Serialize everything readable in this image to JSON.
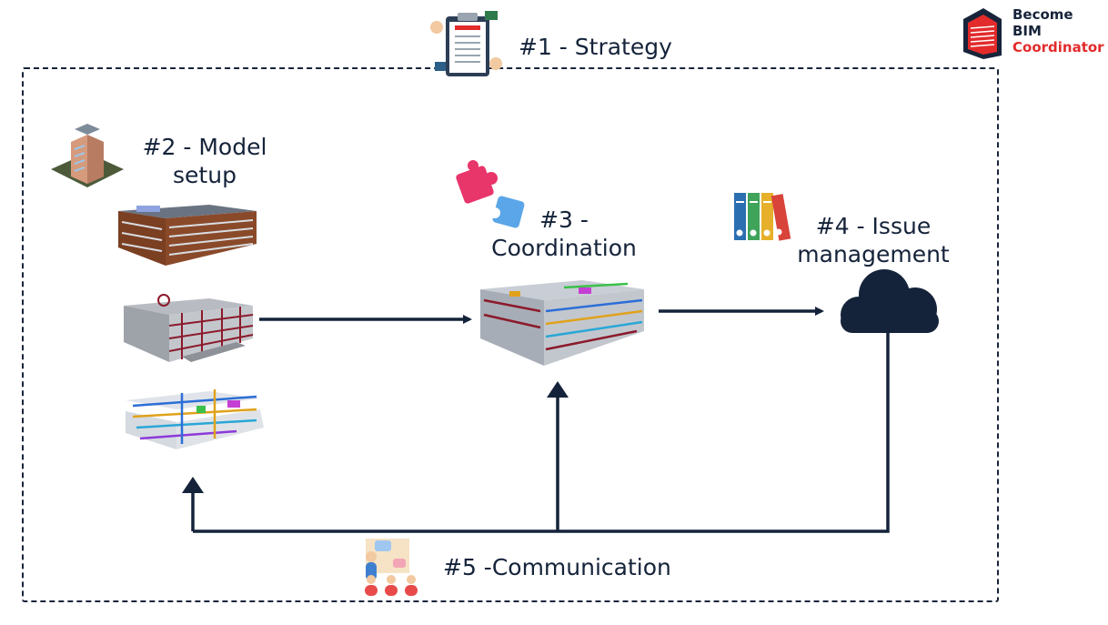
{
  "steps": {
    "strategy": "#1 - Strategy",
    "model_setup_line1": "#2 - Model",
    "model_setup_line2": "setup",
    "coordination_line1": "#3 -",
    "coordination_line2": "Coordination",
    "issue_line1": "#4 - Issue",
    "issue_line2": "management",
    "communication": "#5 -Communication"
  },
  "logo": {
    "line1": "Become",
    "line2": "BIM",
    "line3": "Coordinator"
  },
  "colors": {
    "navy": "#15233a",
    "brand_red": "#e32b2b",
    "puzzle_pink": "#e8356a",
    "puzzle_blue": "#5aa6e8"
  }
}
